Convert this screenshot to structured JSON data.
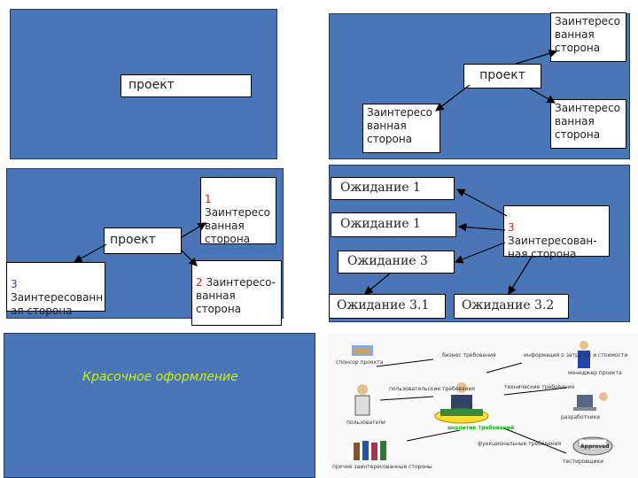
{
  "colors": {
    "panel": "#4a76b8",
    "accent_red": "#cc2222",
    "accent_blue": "#2244aa",
    "caption": "#d0f000"
  },
  "panel1": {
    "project": "проект"
  },
  "panel2": {
    "top_stakeholder": "Заинтересо\nванная\nсторона",
    "project": "проект",
    "left_stakeholder": "Заинтересо\nванная\nсторона",
    "right_stakeholder": "Заинтересо\nванная\nсторона"
  },
  "panel3": {
    "project": "проект",
    "s1_num": "1",
    "s1_text": "Заинтересо\nванная\nсторона",
    "s2_num": "2",
    "s2_text": " Заинтересо-\nванная\nсторона",
    "s3_num": "3",
    "s3_text": "Заинтересованн\nая сторона"
  },
  "panel4": {
    "exp1a": "Ожидание 1",
    "exp1b": "Ожидание 1",
    "exp3": "Ожидание 3",
    "exp31": "Ожидание 3.1",
    "exp32": "Ожидание 3.2",
    "s3_num": "3",
    "s3_text": "Заинтересован-\nная сторона"
  },
  "panel5": {
    "caption": "Красочное оформление"
  },
  "panel6": {
    "labels": [
      "спонсор проекта",
      "бизнес\nтребования",
      "информация\nо затратах\nи стоимости",
      "менеджер проекта",
      "пользователи",
      "пользовательские\nтребования",
      "аналитик\nтребований",
      "технические\nтребования",
      "разработчики",
      "прочие заинтересованные\nстороны",
      "функциональные\nтребования",
      "тестировщики",
      "Approved"
    ]
  }
}
